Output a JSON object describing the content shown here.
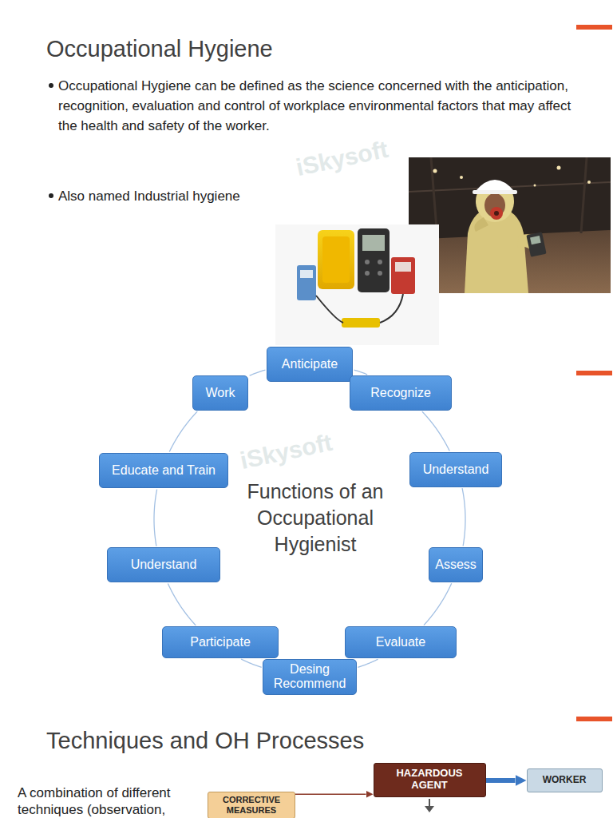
{
  "diagram": {
    "title": "Occupational Hygiene",
    "nodes": [
      {
        "text": [
          "Anticipate"
        ]
      },
      {
        "text": [
          "Recognize"
        ]
      },
      {
        "text": [
          "Understand"
        ]
      },
      {
        "text": [
          "Assess"
        ]
      },
      {
        "text": [
          "Evaluate"
        ]
      },
      {
        "text": [
          "Desing Recommend"
        ]
      },
      {
        "text": [
          "Participate"
        ]
      },
      {
        "text": [
          "Understand"
        ]
      },
      {
        "text": [
          "Educate and Train"
        ]
      },
      {
        "text": [
          "Work"
        ]
      },
      {
        "text": [
          "HAZARDOUS AGENT"
        ]
      },
      {
        "text": [
          "WORKER"
        ]
      },
      {
        "text": [
          "CORRECTIVE MEASURES"
        ]
      }
    ],
    "edges": [
      {
        "from": 0,
        "to": 1,
        "arrow": "none"
      },
      {
        "from": 1,
        "to": 2,
        "arrow": "none"
      },
      {
        "from": 2,
        "to": 3,
        "arrow": "none"
      },
      {
        "from": 3,
        "to": 4,
        "arrow": "none"
      },
      {
        "from": 4,
        "to": 5,
        "arrow": "none"
      },
      {
        "from": 5,
        "to": 6,
        "arrow": "none"
      },
      {
        "from": 6,
        "to": 7,
        "arrow": "none"
      },
      {
        "from": 7,
        "to": 8,
        "arrow": "none"
      },
      {
        "from": 8,
        "to": 9,
        "arrow": "none"
      },
      {
        "from": 9,
        "to": 0,
        "arrow": "none"
      },
      {
        "from": 12,
        "to": 10,
        "arrow": "to"
      },
      {
        "from": 10,
        "to": 11,
        "arrow": "to"
      }
    ],
    "labels": [
      "Occupational Hygiene can be defined as the science concerned with the anticipation, recognition, evaluation and control of workplace environmental factors that may affect the health and safety of the worker.",
      "Also named Industrial hygiene",
      "Functions of an Occupational Hygienist",
      "Techniques and OH Processes",
      "A combination of different techniques (observation,",
      "iSkysoft",
      "iSkysoft"
    ]
  }
}
